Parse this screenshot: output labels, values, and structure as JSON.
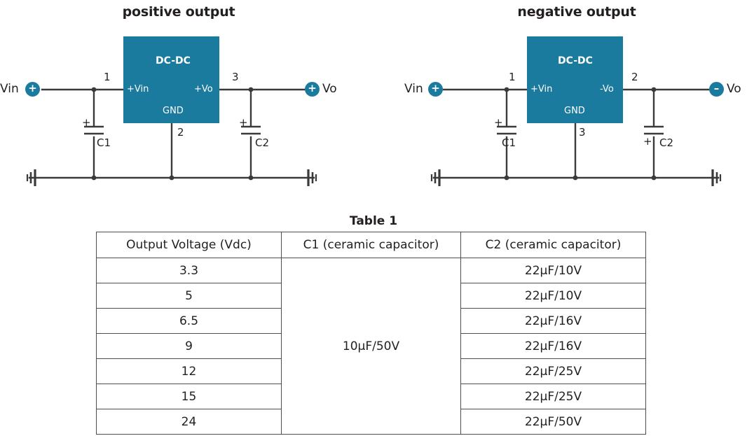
{
  "page": {
    "accent_color": "#1a7b9e",
    "line_color": "#3a3a3a",
    "text_color": "#231f20"
  },
  "circuits": [
    {
      "id": "positive",
      "title": "positive output",
      "module_label": "DC-DC",
      "pin_in_label": "+Vin",
      "pin_out_label": "+Vo",
      "pin_gnd_label": "GND",
      "pin_in_number": "1",
      "pin_gnd_number": "2",
      "pin_out_number": "3",
      "input_label": "Vin",
      "input_polarity": "+",
      "output_label": "Vo",
      "output_polarity": "+",
      "cap_in_label": "C1",
      "cap_in_polarity": "+",
      "cap_in_polarity_position": "top",
      "cap_out_label": "C2",
      "cap_out_polarity": "+",
      "cap_out_polarity_position": "top"
    },
    {
      "id": "negative",
      "title": "negative output",
      "module_label": "DC-DC",
      "pin_in_label": "+Vin",
      "pin_out_label": "-Vo",
      "pin_gnd_label": "GND",
      "pin_in_number": "1",
      "pin_gnd_number": "3",
      "pin_out_number": "2",
      "input_label": "Vin",
      "input_polarity": "+",
      "output_label": "Vo",
      "output_polarity": "–",
      "cap_in_label": "C1",
      "cap_in_polarity": "+",
      "cap_in_polarity_position": "top",
      "cap_out_label": "C2",
      "cap_out_polarity": "+",
      "cap_out_polarity_position": "bottom"
    }
  ],
  "table": {
    "title": "Table 1",
    "headers": [
      "Output Voltage (Vdc)",
      "C1 (ceramic capacitor)",
      "C2 (ceramic capacitor)"
    ],
    "c1_value": "10µF/50V",
    "rows": [
      {
        "voltage": "3.3",
        "c2": "22µF/10V"
      },
      {
        "voltage": "5",
        "c2": "22µF/10V"
      },
      {
        "voltage": "6.5",
        "c2": "22µF/16V"
      },
      {
        "voltage": "9",
        "c2": "22µF/16V"
      },
      {
        "voltage": "12",
        "c2": "22µF/25V"
      },
      {
        "voltage": "15",
        "c2": "22µF/25V"
      },
      {
        "voltage": "24",
        "c2": "22µF/50V"
      }
    ]
  }
}
